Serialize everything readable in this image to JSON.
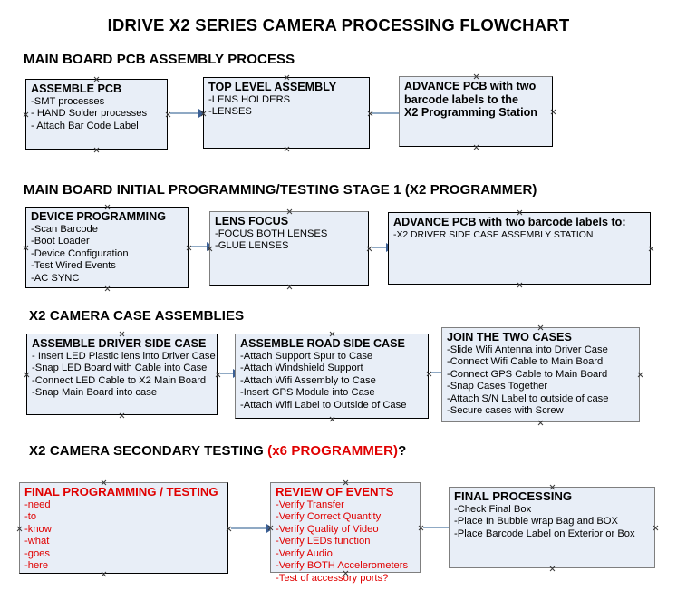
{
  "document": {
    "title": "IDRIVE X2  SERIES CAMERA PROCESSING FLOWCHART",
    "accent_red": "#e00000",
    "node_fill": "#e8eef7",
    "connector_color": "#8fa9c4",
    "arrowhead_color": "#3b5f94"
  },
  "sections": [
    {
      "id": "main-board-pcb-assembly-process",
      "heading": "MAIN BOARD PCB ASSEMBLY PROCESS",
      "heading_accent": "",
      "heading_tail": ""
    },
    {
      "id": "main-board-initial-programming",
      "heading": "MAIN BOARD INITIAL PROGRAMMING/TESTING STAGE 1 (X2 PROGRAMMER)",
      "heading_accent": "",
      "heading_tail": ""
    },
    {
      "id": "x2-camera-case-assemblies",
      "heading": "X2 CAMERA CASE ASSEMBLIES",
      "heading_accent": "",
      "heading_tail": ""
    },
    {
      "id": "x2-camera-secondary-testing",
      "heading": "X2 CAMERA SECONDARY TESTING ",
      "heading_accent": "(x6 PROGRAMMER)",
      "heading_tail": "?"
    }
  ],
  "nodes": {
    "assemble_pcb": {
      "title": "ASSEMBLE PCB",
      "lines": [
        "-SMT processes",
        "- HAND Solder processes",
        "- Attach Bar Code Label"
      ]
    },
    "top_level_assembly": {
      "title": "TOP LEVEL ASSEMBLY",
      "lines": [
        "-LENS HOLDERS",
        "-LENSES"
      ]
    },
    "advance_pcb_station": {
      "title": "ADVANCE PCB with two",
      "lines": [
        "barcode labels to the",
        " X2 Programming Station"
      ]
    },
    "device_programming": {
      "title": "DEVICE PROGRAMMING",
      "lines": [
        "-Scan Barcode",
        "-Boot Loader",
        "-Device Configuration",
        "-Test Wired Events",
        "-AC SYNC"
      ]
    },
    "lens_focus": {
      "title": "LENS FOCUS",
      "lines": [
        "-FOCUS BOTH LENSES",
        "-GLUE LENSES"
      ]
    },
    "advance_pcb_driver_side": {
      "title": "ADVANCE PCB with two barcode labels to:",
      "lines": [
        "-X2 DRIVER  SIDE  CASE  ASSEMBLY STATION"
      ]
    },
    "assemble_driver_side_case": {
      "title": "ASSEMBLE DRIVER SIDE CASE",
      "lines": [
        "- Insert LED Plastic lens into Driver Case",
        "-Snap LED Board with Cable into Case",
        "-Connect LED Cable to X2 Main Board",
        "-Snap Main Board into case"
      ]
    },
    "assemble_road_side_case": {
      "title": "ASSEMBLE ROAD SIDE CASE",
      "lines": [
        "-Attach Support Spur to Case",
        "-Attach Windshield Support",
        "-Attach Wifi Assembly to Case",
        "-Insert GPS Module into Case",
        "-Attach Wifi Label to Outside of Case"
      ]
    },
    "join_the_two_cases": {
      "title": "JOIN THE TWO CASES",
      "lines": [
        "-Slide Wifi Antenna into Driver Case",
        "-Connect Wifi Cable to Main Board",
        "-Connect GPS Cable to Main Board",
        "-Snap Cases Together",
        "-Attach S/N Label to outside of case",
        "-Secure cases with Screw"
      ]
    },
    "final_programming_testing": {
      "title": "FINAL PROGRAMMING / TESTING",
      "lines": [
        "-need",
        "-to",
        "-know",
        "-what",
        "-goes",
        "-here"
      ]
    },
    "review_of_events": {
      "title": "REVIEW OF EVENTS",
      "lines": [
        "-Verify Transfer",
        "-Verify Correct Quantity",
        "-Verify Quality of Video",
        "-Verify LEDs function",
        "-Verify Audio",
        "-Verify BOTH Accelerometers",
        "-Test of accessory ports?"
      ]
    },
    "final_processing": {
      "title": "FINAL PROCESSING",
      "lines": [
        " -Check Final Box",
        "-Place In Bubble wrap Bag and BOX",
        "-Place Barcode Label on Exterior or Box"
      ]
    }
  }
}
